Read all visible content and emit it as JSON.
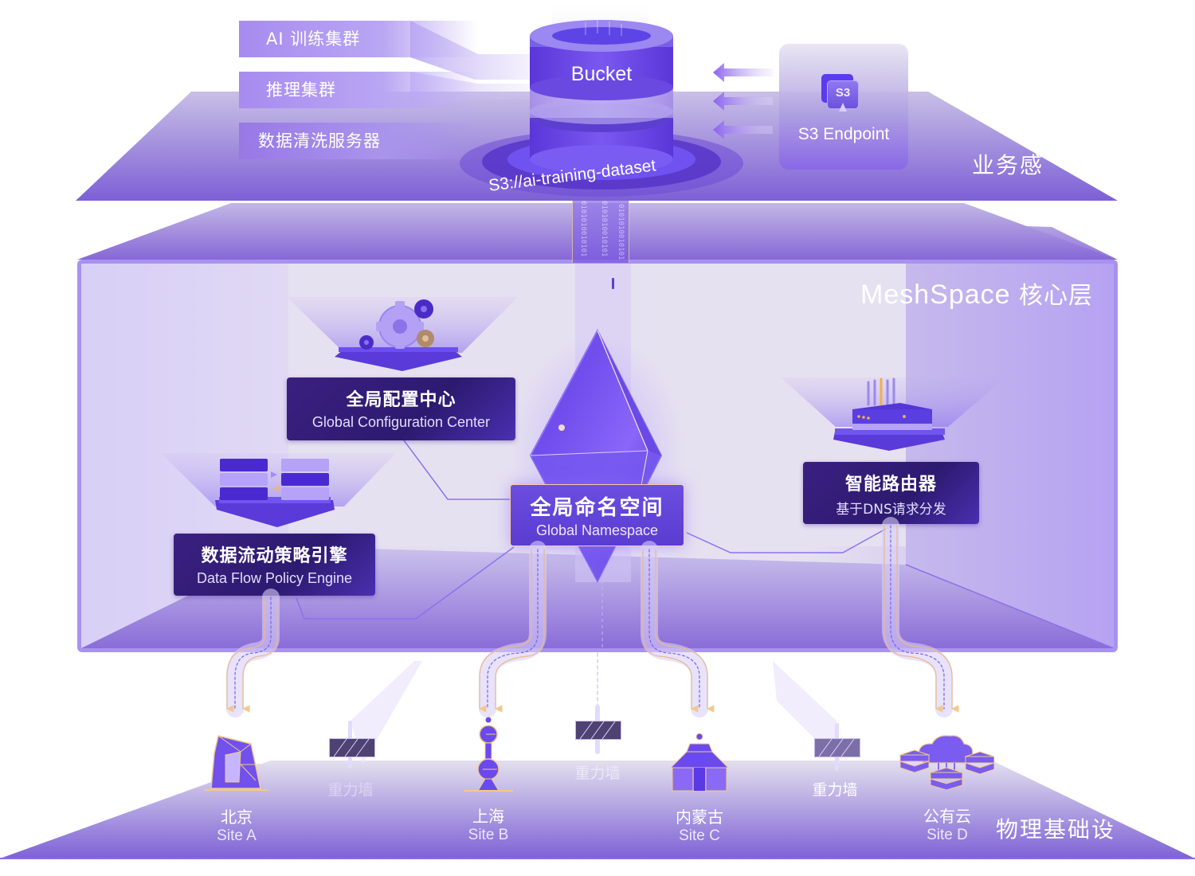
{
  "business_layer": {
    "label": "业务感",
    "sources": [
      {
        "label": "AI 训练集群"
      },
      {
        "label": "推理集群"
      },
      {
        "label": "数据清洗服务器"
      }
    ],
    "bucket": {
      "label": "Bucket",
      "path": "S3://ai-training-dataset"
    },
    "s3_endpoint": {
      "icon_text": "S3",
      "label": "S3 Endpoint"
    }
  },
  "core_layer": {
    "title_brand": "MeshSpace",
    "title_suffix": "核心层",
    "nodes": {
      "config_center": {
        "cn": "全局配置中心",
        "en": "Global Configuration Center"
      },
      "policy_engine": {
        "cn": "数据流动策略引擎",
        "en": "Data Flow Policy Engine"
      },
      "namespace": {
        "cn": "全局命名空间",
        "en": "Global Namespace"
      },
      "router": {
        "cn": "智能路由器",
        "en": "基于DNS请求分发"
      }
    },
    "binary_stream": "0101010010101"
  },
  "physical_layer": {
    "label": "物理基础设",
    "sites": [
      {
        "cn": "北京",
        "en": "Site A"
      },
      {
        "cn": "上海",
        "en": "Site B"
      },
      {
        "cn": "内蒙古",
        "en": "Site C"
      },
      {
        "cn": "公有云",
        "en": "Site D"
      }
    ],
    "gravity_walls": [
      {
        "label": "重力墙"
      },
      {
        "label": "重力墙"
      },
      {
        "label": "重力墙"
      }
    ]
  },
  "colors": {
    "primary": "#7c5ce6",
    "deep": "#2d1a70",
    "accent_gold": "#f2cfa0",
    "core_bg": "#e4def2"
  }
}
